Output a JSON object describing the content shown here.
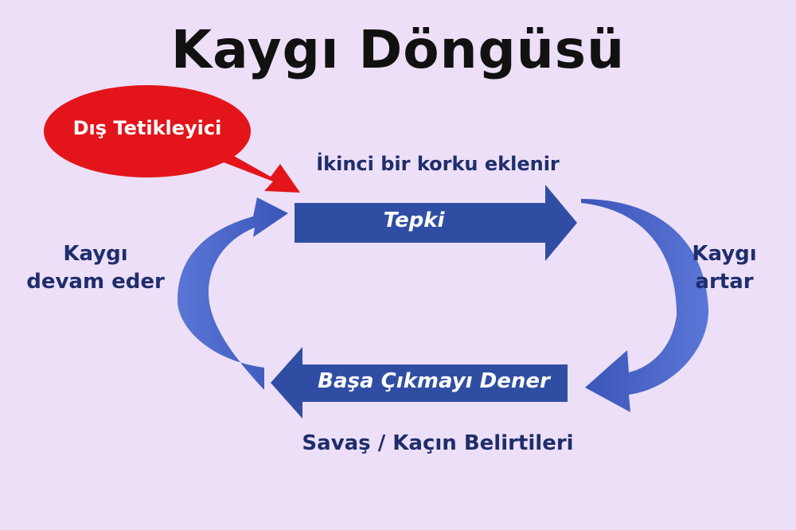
{
  "title": "Kaygı Döngüsü",
  "trigger": {
    "label": "Dış Tetikleyici",
    "color": "#e3151b"
  },
  "top_caption": "İkinci bir korku eklenir",
  "top_arrow": {
    "label": "Tepki",
    "color": "#2f4ea3"
  },
  "right_label": {
    "line1": "Kaygı",
    "line2": "artar"
  },
  "bottom_arrow": {
    "label": "Başa Çıkmayı Dener",
    "color": "#2f4ea3"
  },
  "bottom_caption": "Savaş / Kaçın Belirtileri",
  "left_label": {
    "line1": "Kaygı",
    "line2": "devam eder"
  },
  "colors": {
    "background": "#ecdff7",
    "text": "#1f2d6b",
    "arrow_blue": "#2f4ea3",
    "curve_blue": "#4a64c8",
    "trigger_red": "#e3151b"
  }
}
